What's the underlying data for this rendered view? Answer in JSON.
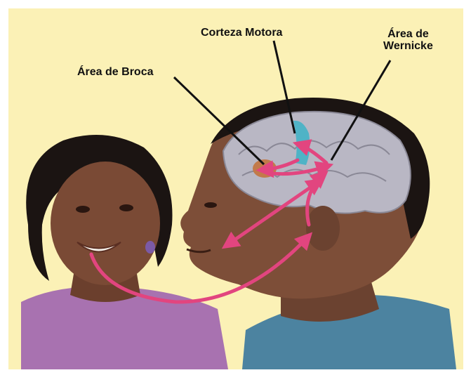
{
  "labels": {
    "motor_cortex": "Corteza Motora",
    "broca": "Área de Broca",
    "wernicke_line1": "Área de",
    "wernicke_line2": "Wernicke"
  },
  "colors": {
    "background": "#fbf1b6",
    "arrows": "#e2457f",
    "brain": "#b9b7c4",
    "motor_cortex_region": "#4fb3c6",
    "broca_region": "#c27a4a",
    "skin": "#7a4a35",
    "hair": "#1b1412",
    "shirt_woman": "#a872b0",
    "shirt_man": "#4c83a0"
  }
}
